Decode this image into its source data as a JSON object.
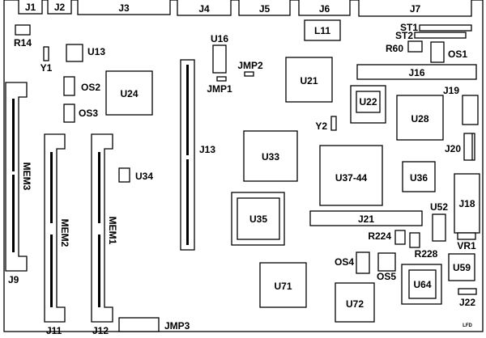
{
  "diagram": {
    "type": "circuit-board-layout",
    "colors": {
      "line": "#000000",
      "background": "#ffffff"
    },
    "components": {
      "J1": "J1",
      "J2": "J2",
      "J3": "J3",
      "J4": "J4",
      "J5": "J5",
      "J6": "J6",
      "J7": "J7",
      "L11": "L11",
      "R14": "R14",
      "Y1": "Y1",
      "U13": "U13",
      "OS2": "OS2",
      "OS3": "OS3",
      "U24": "U24",
      "U16": "U16",
      "JMP1": "JMP1",
      "JMP2": "JMP2",
      "U21": "U21",
      "U22": "U22",
      "ST1": "ST1",
      "ST2": "ST2",
      "R60": "R60",
      "OS1": "OS1",
      "J16": "J16",
      "J19": "J19",
      "U28": "U28",
      "Y2": "Y2",
      "J20": "J20",
      "J13": "J13",
      "U33": "U33",
      "U37_44": "U37-44",
      "U36": "U36",
      "J18": "J18",
      "U34": "U34",
      "U52": "U52",
      "J21": "J21",
      "U35": "U35",
      "R224": "R224",
      "R228": "R228",
      "VR1": "VR1",
      "OS4": "OS4",
      "OS5": "OS5",
      "U64": "U64",
      "U59": "U59",
      "J22": "J22",
      "U71": "U71",
      "U72": "U72",
      "MEM1": "MEM1",
      "MEM2": "MEM2",
      "MEM3": "MEM3",
      "J9": "J9",
      "J11": "J11",
      "J12": "J12",
      "JMP3": "JMP3"
    },
    "footer_mark": "LFD"
  }
}
